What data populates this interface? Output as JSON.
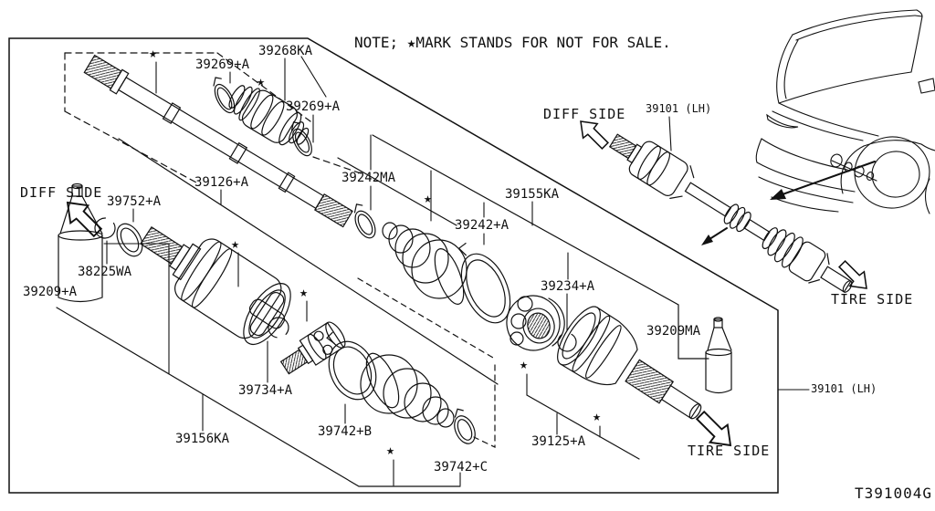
{
  "note": {
    "text": "NOTE; ★MARK STANDS FOR NOT FOR SALE."
  },
  "drawing_code": "T391004G",
  "star_mark": "★",
  "sides": {
    "diff_left": "DIFF SIDE",
    "diff_right": "DIFF SIDE",
    "tire_inner": "TIRE SIDE",
    "tire_right": "TIRE SIDE"
  },
  "parts": {
    "band_damper_left": "39269+A",
    "damper": "39268KA",
    "band_damper_right": "39269+A",
    "clamp_small_outer": "39242MA",
    "drive_shaft": "39126+A",
    "boot_kit_outer": "39155KA",
    "clamp_large_outer": "39242+A",
    "ring_washer": "39752+A",
    "snap_ring_diff": "38225WA",
    "grease_diff_side": "39209+A",
    "spider_assy": "39234+A",
    "grease_tire_side": "39209MA",
    "journal_assy": "39734+A",
    "joint_assy_diff": "39156KA",
    "boot_inner": "39742+B",
    "clamp_inner_small": "39742+C",
    "joint_assy_tire": "39125+A",
    "shaft_assy_top": "39101 (LH)",
    "shaft_assy_right": "39101 (LH)"
  }
}
